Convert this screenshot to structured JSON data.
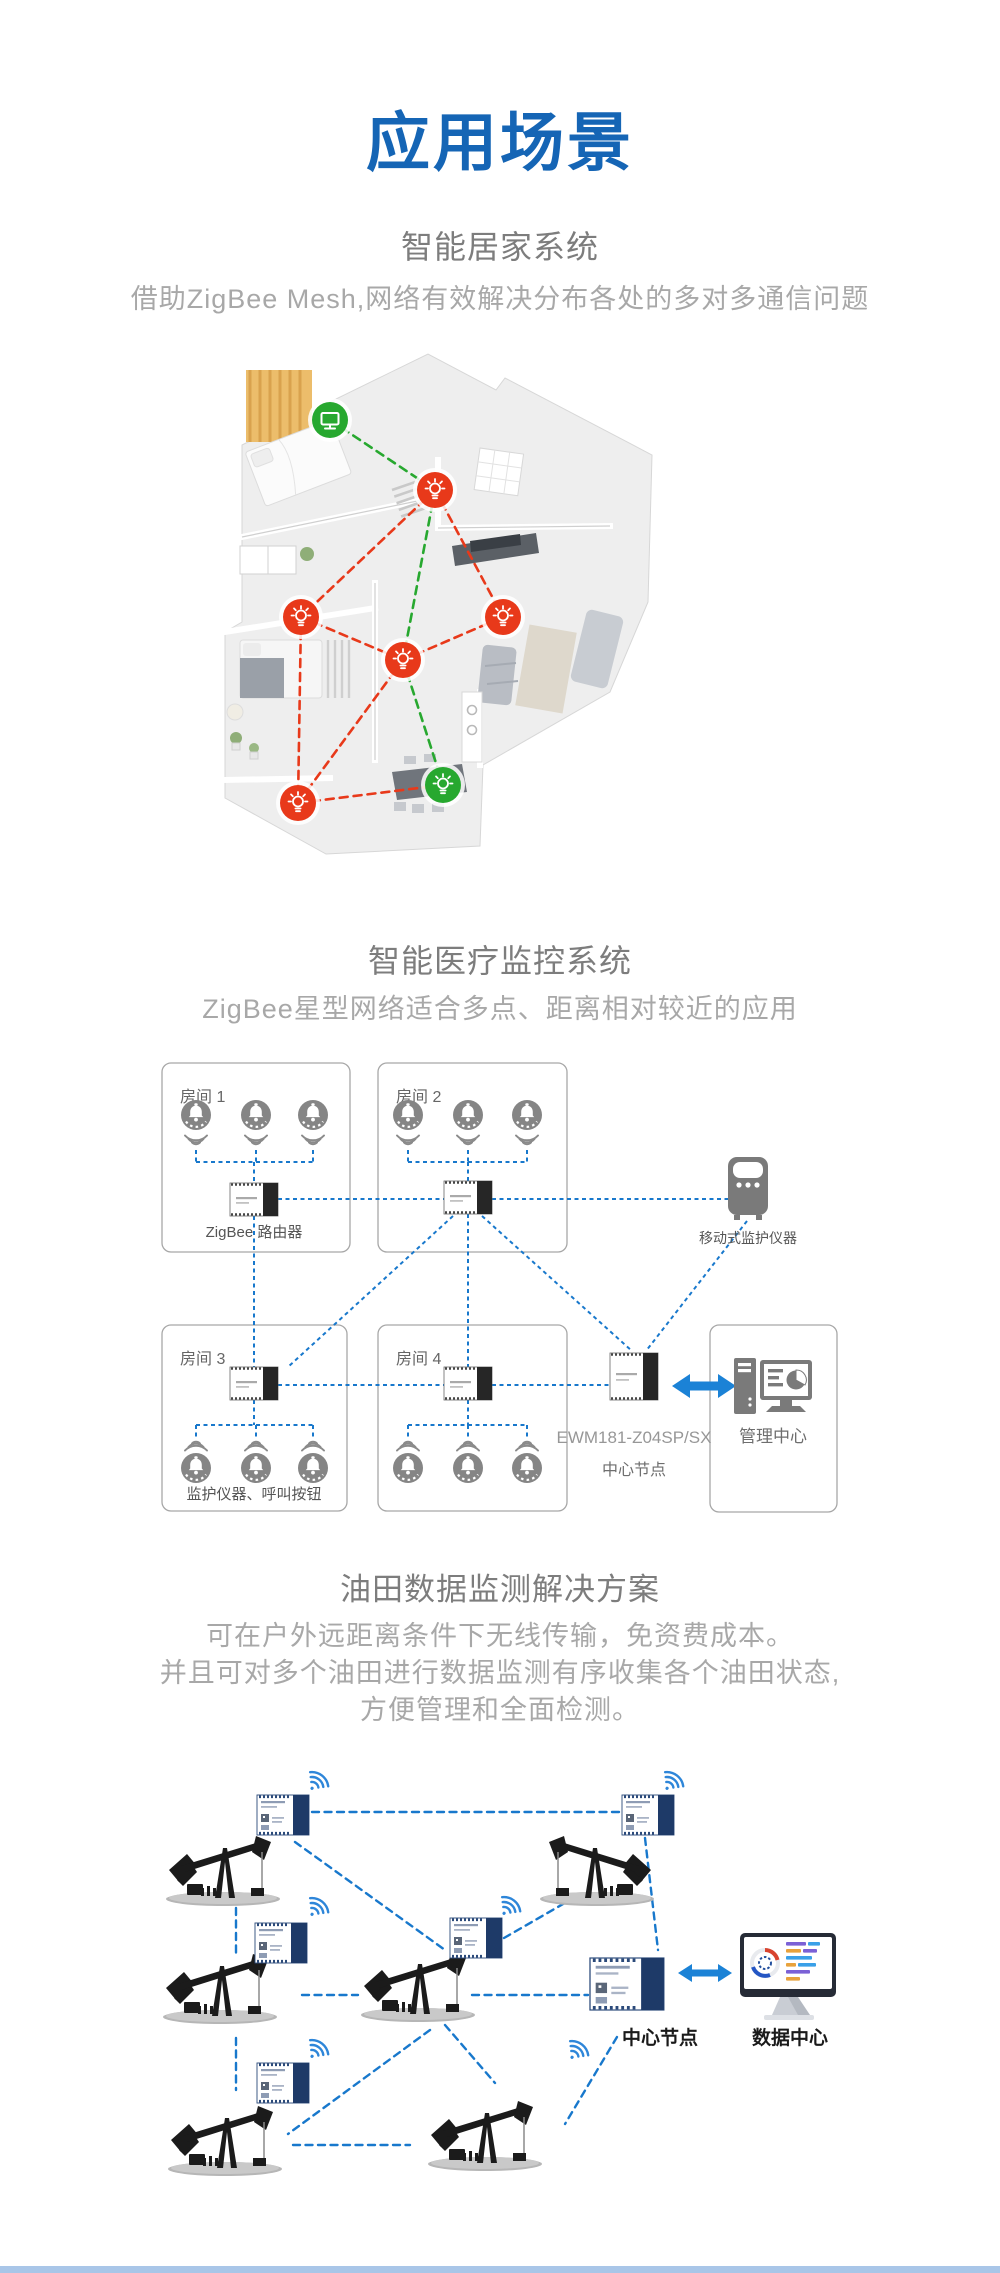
{
  "page": {
    "title": "应用场景",
    "accent_color": "#1565b5",
    "line_blue": "#1878cc",
    "mesh_red": "#e8391a",
    "mesh_green": "#27a82f",
    "module_navy": "#1e3a68",
    "footer_bar_color": "#a9c6e8"
  },
  "sections": {
    "smart_home": {
      "heading": "智能居家系统",
      "description": "借助ZigBee Mesh,网络有效解决分布各处的多对多通信问题"
    },
    "medical": {
      "heading": "智能医疗监控系统",
      "description": "ZigBee星型网络适合多点、距离相对较近的应用",
      "rooms": [
        {
          "label": "房间 1"
        },
        {
          "label": "房间 2"
        },
        {
          "label": "房间 3"
        },
        {
          "label": "房间 4"
        }
      ],
      "router_label": "ZigBee 路由器",
      "devices_label": "监护仪器、呼叫按钮",
      "mobile_label": "移动式监护仪器",
      "center_model": "EWM181-Z04SP/SX",
      "center_label": "中心节点",
      "mgmt_label": "管理中心"
    },
    "oilfield": {
      "heading": "油田数据监测解决方案",
      "description_lines": [
        "可在户外远距离条件下无线传输，免资费成本。",
        "并且可对多个油田进行数据监测有序收集各个油田状态,",
        "方便管理和全面检测。"
      ],
      "center_label": "中心节点",
      "data_center_label": "数据中心"
    }
  },
  "icons": {
    "tv": "tv-node-icon",
    "bulb": "bulb-node-icon",
    "bell": "call-bell-icon",
    "wifi": "wifi-signal-icon",
    "module": "zigbee-module-icon",
    "pumpjack": "oil-pumpjack-icon",
    "mobile_monitor": "mobile-monitor-icon",
    "computer": "management-computer-icon",
    "data_monitor": "data-center-monitor-icon",
    "double_arrow": "double-arrow-icon"
  }
}
